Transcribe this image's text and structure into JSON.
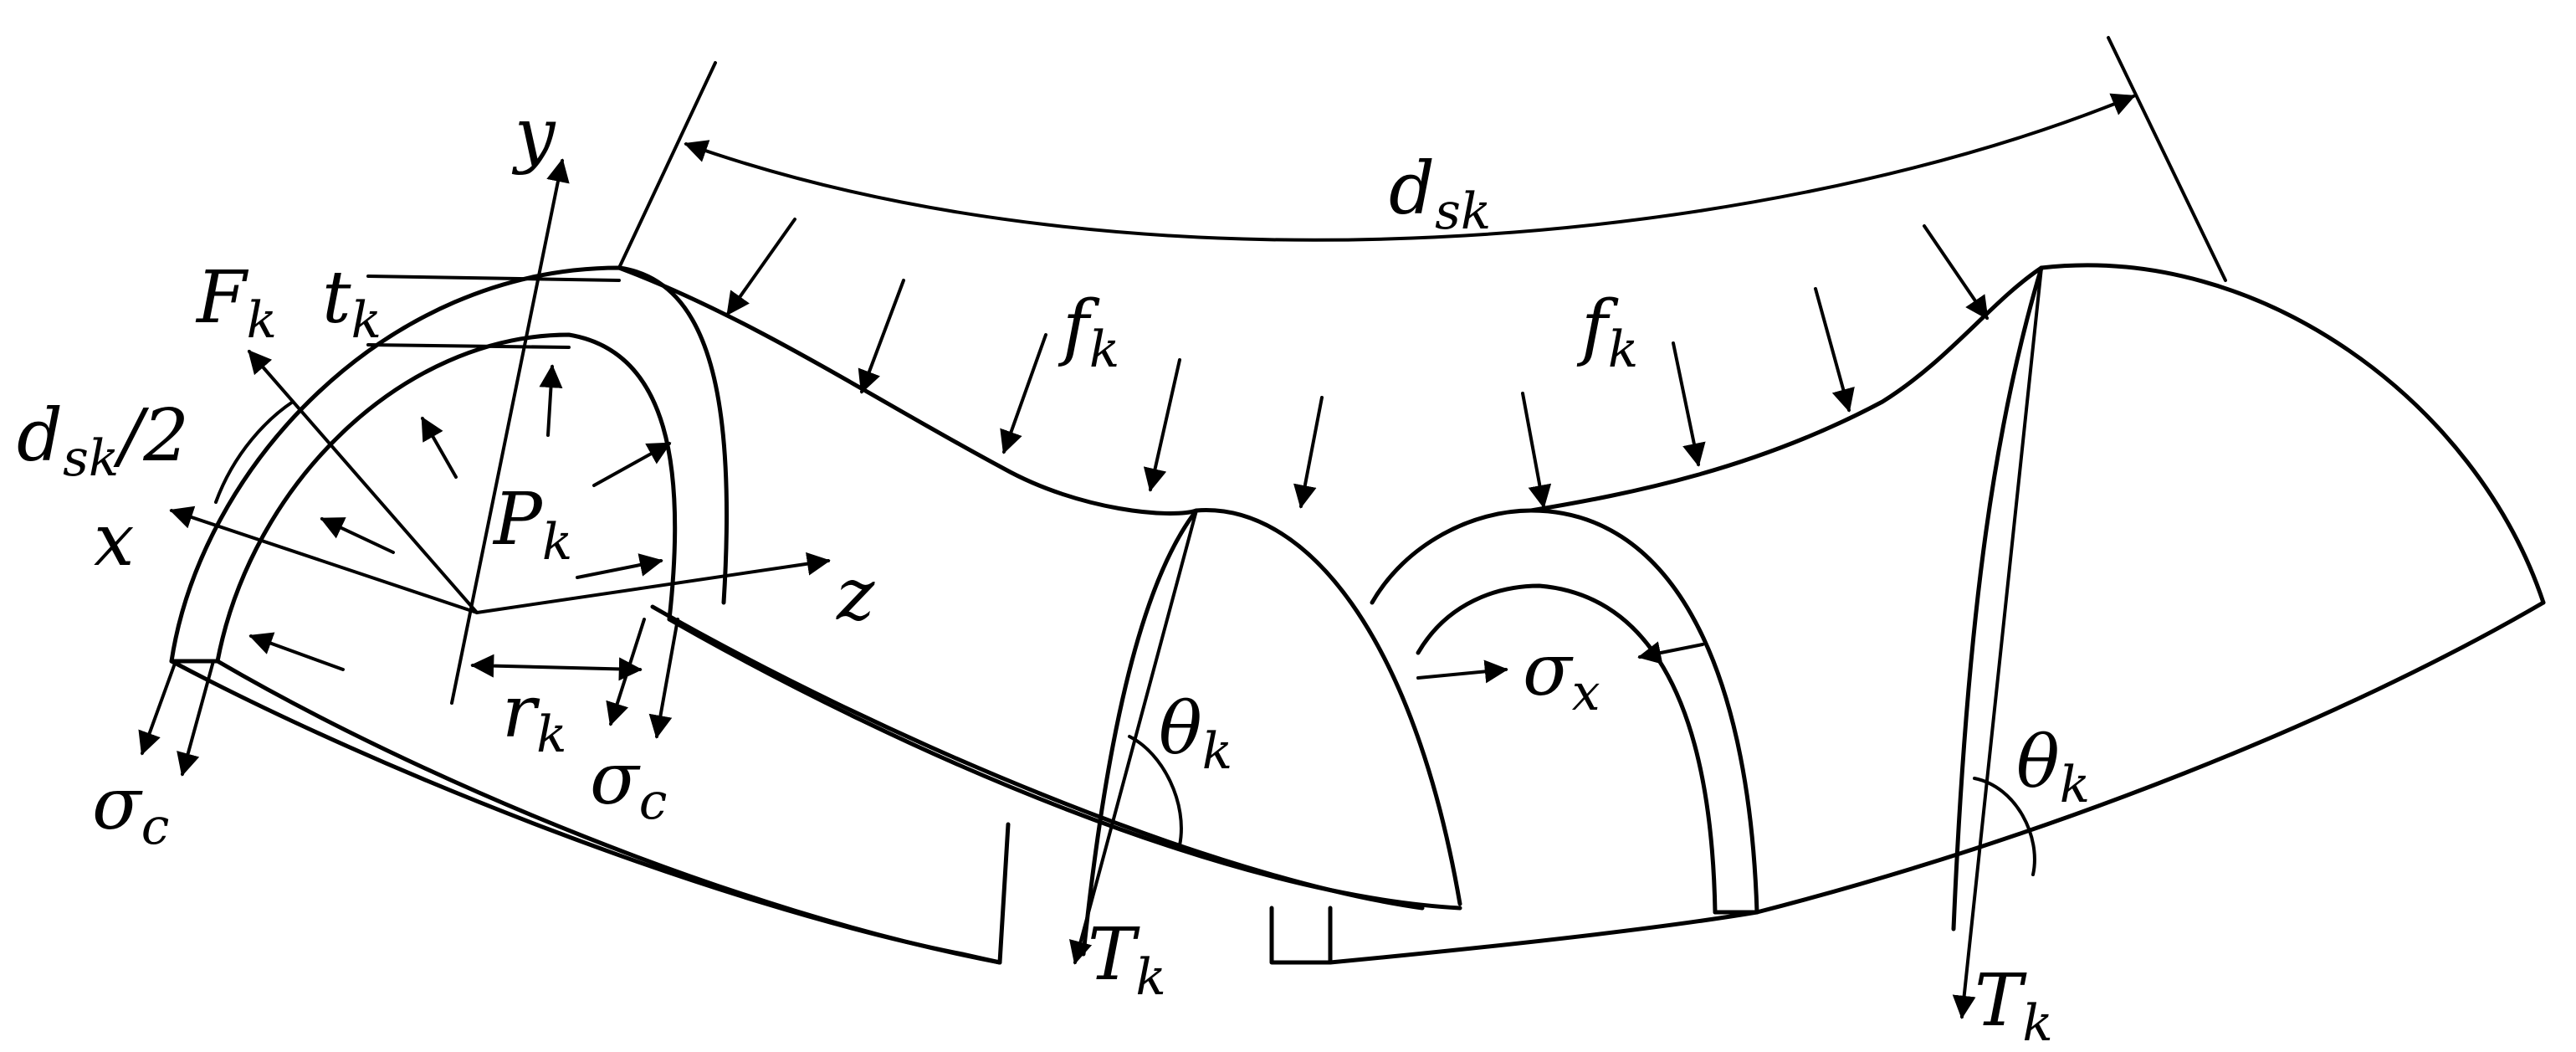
{
  "labels": {
    "y_axis": {
      "base": "y",
      "sub": ""
    },
    "x_axis": {
      "base": "x",
      "sub": ""
    },
    "z_axis": {
      "base": "z",
      "sub": ""
    },
    "F": {
      "base": "F",
      "sub": "k"
    },
    "t": {
      "base": "t",
      "sub": "k"
    },
    "d_half": {
      "base": "d",
      "sub": "sk",
      "tail": "/2"
    },
    "P": {
      "base": "P",
      "sub": "k"
    },
    "r": {
      "base": "r",
      "sub": "k"
    },
    "sigma_c_left": {
      "base": "σ",
      "sub": "c"
    },
    "sigma_c_right": {
      "base": "σ",
      "sub": "c"
    },
    "d_sk": {
      "base": "d",
      "sub": "sk"
    },
    "f_left": {
      "base": "f",
      "sub": "k"
    },
    "f_right": {
      "base": "f",
      "sub": "k"
    },
    "theta_left": {
      "base": "θ",
      "sub": "k"
    },
    "theta_right": {
      "base": "θ",
      "sub": "k"
    },
    "T_left": {
      "base": "T",
      "sub": "k"
    },
    "T_right": {
      "base": "T",
      "sub": "k"
    },
    "sigma_x": {
      "base": "σ",
      "sub": "x"
    }
  }
}
